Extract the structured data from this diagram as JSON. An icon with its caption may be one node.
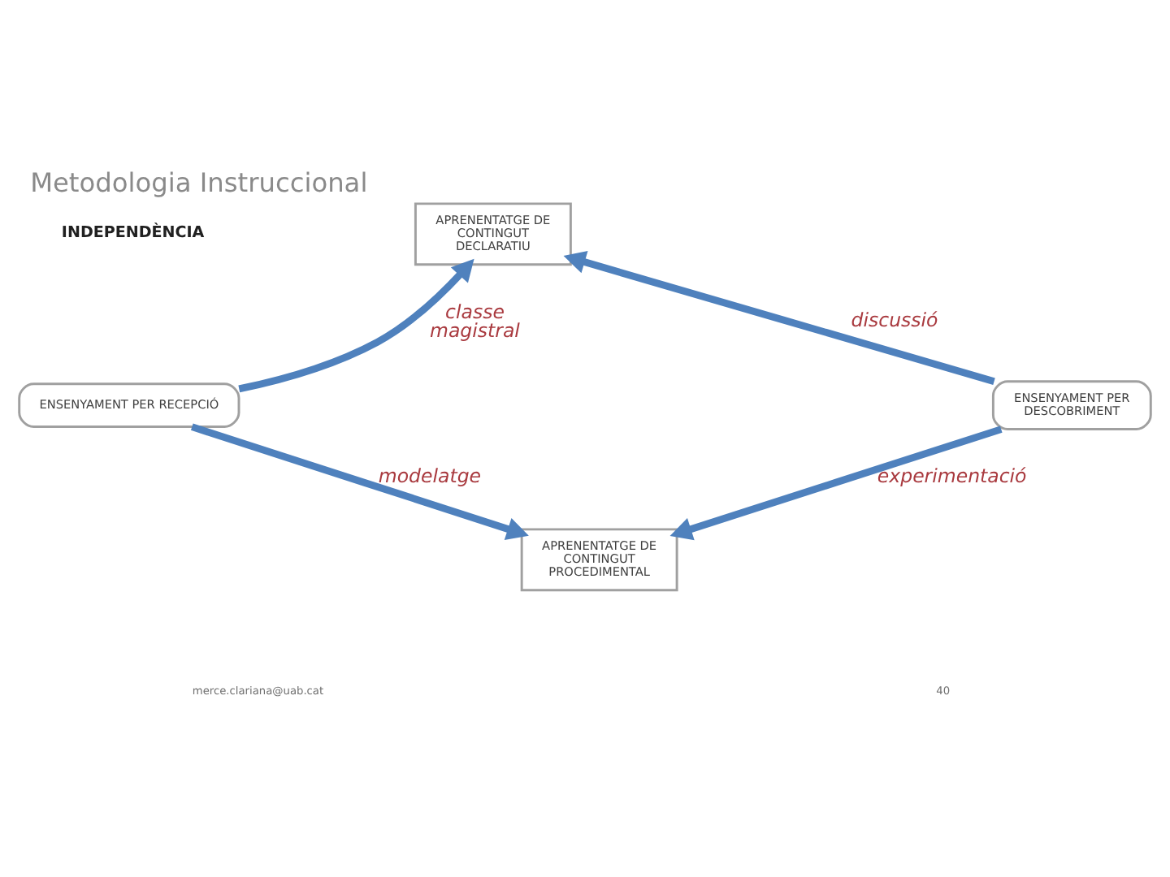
{
  "diagram": {
    "title": "Metodologia Instruccional",
    "nodes": [
      {
        "text": [
          "APRENENTATGE DE CONTINGUT DECLARATIU"
        ]
      },
      {
        "text": [
          "ENSENYAMENT PER RECEPCIÓ"
        ]
      },
      {
        "text": [
          "ENSENYAMENT PER DESCOBRIMENT"
        ]
      },
      {
        "text": [
          "APRENENTATGE DE CONTINGUT PROCEDIMENTAL"
        ]
      }
    ],
    "edges": [
      {
        "from": 1,
        "to": 0,
        "arrow": "to",
        "label": "classe magistral"
      },
      {
        "from": 1,
        "to": 3,
        "arrow": "to",
        "label": "modelatge"
      },
      {
        "from": 2,
        "to": 0,
        "arrow": "to",
        "label": "discussió"
      },
      {
        "from": 2,
        "to": 3,
        "arrow": "to",
        "label": "experimentació"
      }
    ],
    "labels": [
      "INDEPENDÈNCIA",
      "merce.clariana@uab.cat",
      "40"
    ]
  }
}
